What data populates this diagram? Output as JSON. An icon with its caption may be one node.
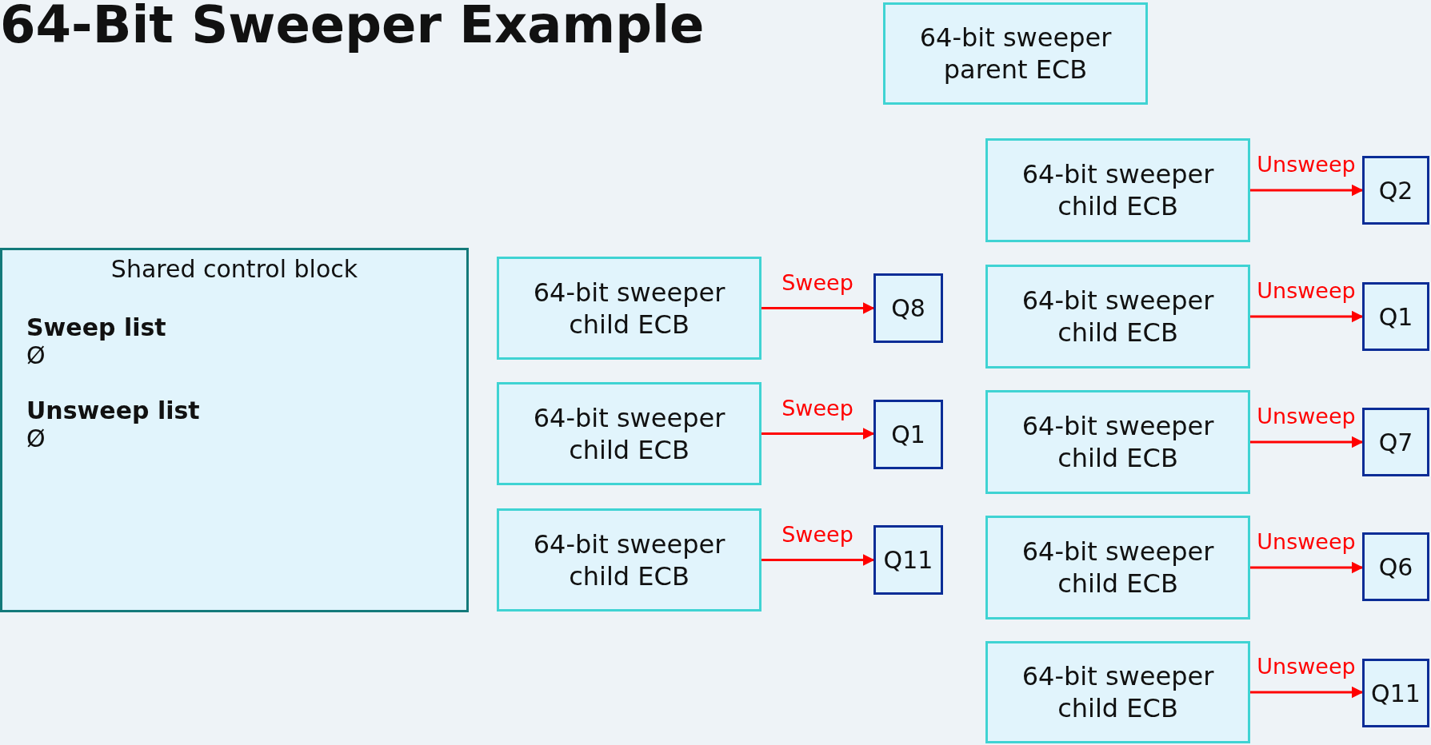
{
  "diagram": {
    "title": "64-Bit Sweeper Example",
    "nodes": [
      {
        "text": [
          "64-bit sweeper parent ECB"
        ]
      },
      {
        "text": [
          "Shared control block",
          "Sweep list",
          "Ø",
          "Unsweep list",
          "Ø"
        ]
      },
      {
        "text": [
          "64-bit sweeper child ECB"
        ]
      },
      {
        "text": [
          "64-bit sweeper child ECB"
        ]
      },
      {
        "text": [
          "64-bit sweeper child ECB"
        ]
      },
      {
        "text": [
          "Q8"
        ]
      },
      {
        "text": [
          "Q1"
        ]
      },
      {
        "text": [
          "Q11"
        ]
      },
      {
        "text": [
          "64-bit sweeper child ECB"
        ]
      },
      {
        "text": [
          "64-bit sweeper child ECB"
        ]
      },
      {
        "text": [
          "64-bit sweeper child ECB"
        ]
      },
      {
        "text": [
          "64-bit sweeper child ECB"
        ]
      },
      {
        "text": [
          "64-bit sweeper child ECB"
        ]
      },
      {
        "text": [
          "Q2"
        ]
      },
      {
        "text": [
          "Q1"
        ]
      },
      {
        "text": [
          "Q7"
        ]
      },
      {
        "text": [
          "Q6"
        ]
      },
      {
        "text": [
          "Q11"
        ]
      }
    ],
    "edges": [
      {
        "from": 2,
        "to": 5,
        "arrow": "to",
        "label": "Sweep"
      },
      {
        "from": 3,
        "to": 6,
        "arrow": "to",
        "label": "Sweep"
      },
      {
        "from": 4,
        "to": 7,
        "arrow": "to",
        "label": "Sweep"
      },
      {
        "from": 8,
        "to": 13,
        "arrow": "to",
        "label": "Unsweep"
      },
      {
        "from": 9,
        "to": 14,
        "arrow": "to",
        "label": "Unsweep"
      },
      {
        "from": 10,
        "to": 15,
        "arrow": "to",
        "label": "Unsweep"
      },
      {
        "from": 11,
        "to": 16,
        "arrow": "to",
        "label": "Unsweep"
      },
      {
        "from": 12,
        "to": 17,
        "arrow": "to",
        "label": "Unsweep"
      }
    ]
  }
}
